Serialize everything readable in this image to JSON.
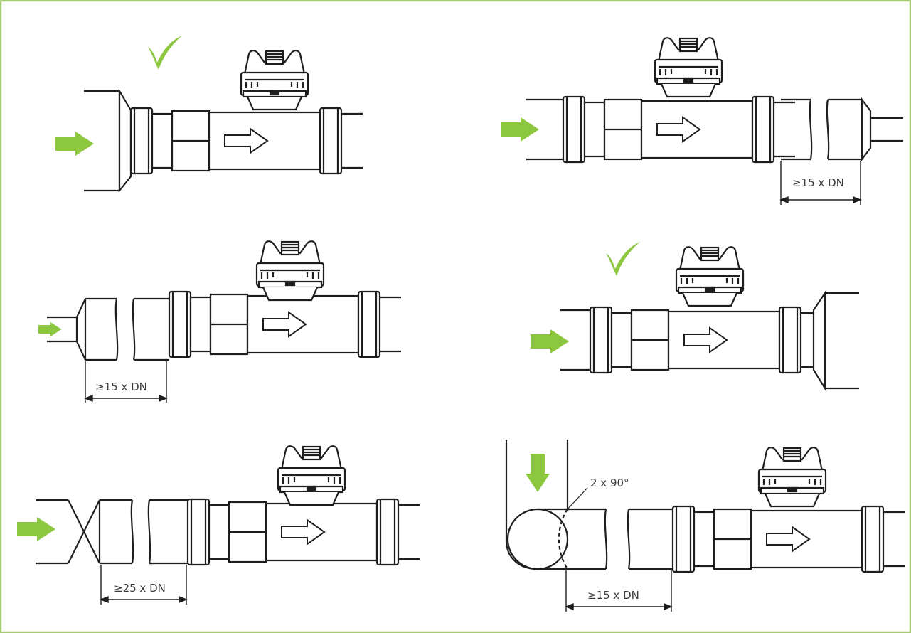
{
  "colors": {
    "frame_border": "#a8c976",
    "accent_green": "#8dc63f",
    "line": "#1e1e1e",
    "label_text": "#3c3c3c"
  },
  "panels": [
    {
      "id": "reducer-upstream",
      "check_icon": "checkmark-icon",
      "flow_arrow": "green-flow-arrow-icon",
      "distance_label": ""
    },
    {
      "id": "reducer-downstream",
      "check_icon": "",
      "flow_arrow": "green-flow-arrow-icon",
      "distance_label": "≥15 x DN"
    },
    {
      "id": "expander-upstream",
      "check_icon": "",
      "flow_arrow": "green-flow-arrow-icon",
      "distance_label": "≥15 x DN"
    },
    {
      "id": "expander-downstream",
      "check_icon": "checkmark-icon",
      "flow_arrow": "green-flow-arrow-icon",
      "distance_label": ""
    },
    {
      "id": "valve-upstream",
      "check_icon": "",
      "flow_arrow": "green-flow-arrow-icon",
      "distance_label": "≥25 x DN"
    },
    {
      "id": "double-elbow-upstream",
      "check_icon": "",
      "flow_arrow": "green-flow-arrow-icon",
      "distance_label": "≥15 x DN",
      "elbow_label": "2 x 90°"
    }
  ]
}
